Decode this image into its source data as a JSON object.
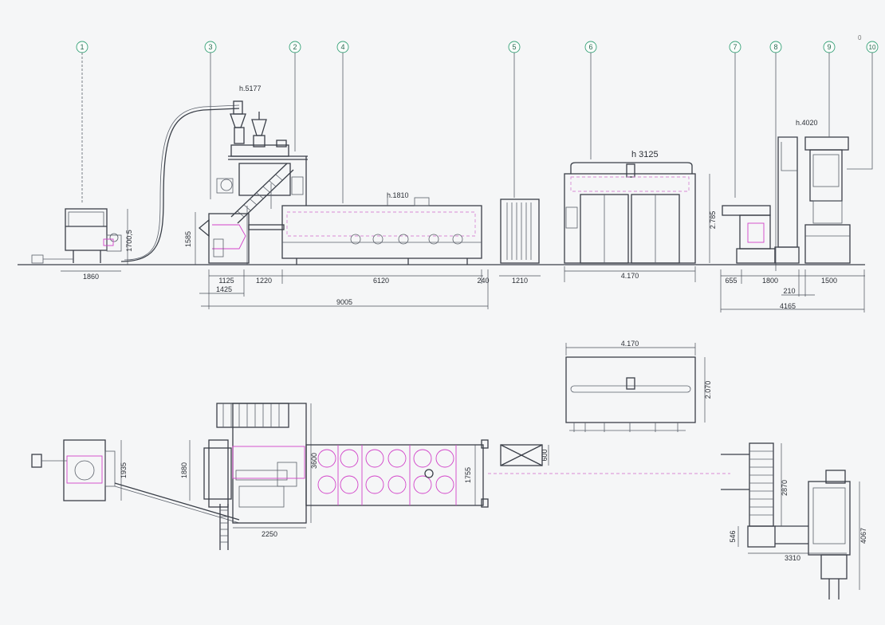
{
  "stations": [
    "1",
    "2",
    "3",
    "4",
    "5",
    "6",
    "7",
    "8",
    "9",
    "10"
  ],
  "heights": [
    "h.5177",
    "h.1810",
    "h 3125",
    "h.4020"
  ],
  "side_dims": {
    "d1860": "1860",
    "d1700": "1700,5",
    "d1585": "1585",
    "d1125": "1125",
    "d1220": "1220",
    "d1425": "1425",
    "d6120": "6120",
    "d240": "240",
    "d9005": "9005",
    "d1210": "1210",
    "d4170": "4.170",
    "d2785": "2.785",
    "d655": "655",
    "d1800": "1800",
    "d1500": "1500",
    "d210": "210",
    "d4165": "4165"
  },
  "plan_dims": {
    "p4170": "4.170",
    "p2070": "2.070",
    "p1935": "1935",
    "p1880": "1880",
    "p3600": "3600",
    "p2250": "2250",
    "p1755": "1755",
    "p600": "600",
    "p2870": "2870",
    "p546": "546",
    "p3310": "3310",
    "p4067": "4067"
  },
  "corner_mark": "0"
}
